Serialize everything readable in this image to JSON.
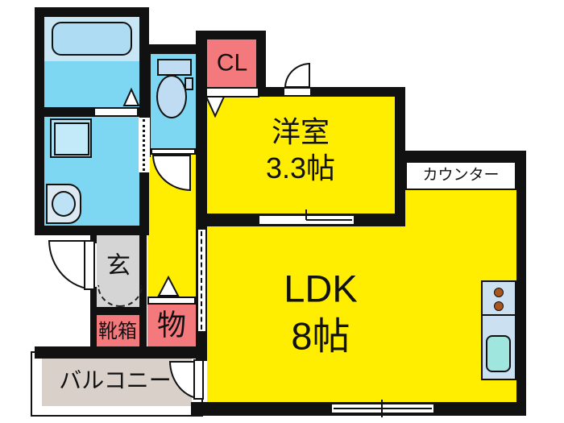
{
  "rooms": {
    "western_room": {
      "label": "洋室",
      "area": "3.3帖"
    },
    "ldk": {
      "label": "LDK",
      "area": "8帖"
    },
    "closet": {
      "label": "CL"
    },
    "counter": {
      "label": "カウンター"
    },
    "entrance": {
      "label": "玄"
    },
    "shoe_box": {
      "label": "靴箱"
    },
    "storage": {
      "label": "物"
    },
    "balcony": {
      "label": "バルコニー"
    }
  },
  "colors": {
    "wall_black": "#111111",
    "room_yellow": "#FFEE00",
    "closet_red": "#F4797D",
    "water_cyan": "#7ED7F2",
    "bath_light": "#C9E6F5",
    "tub_blue": "#AEDCF2",
    "fixture_blue": "#BFDCF2",
    "entrance_gray": "#D5D5D5",
    "balcony_beige": "#D9D1C9",
    "kitchen_blue": "#CBE0F0",
    "sink_teal": "#9FE6DE",
    "burner_brown": "#A8551E"
  }
}
